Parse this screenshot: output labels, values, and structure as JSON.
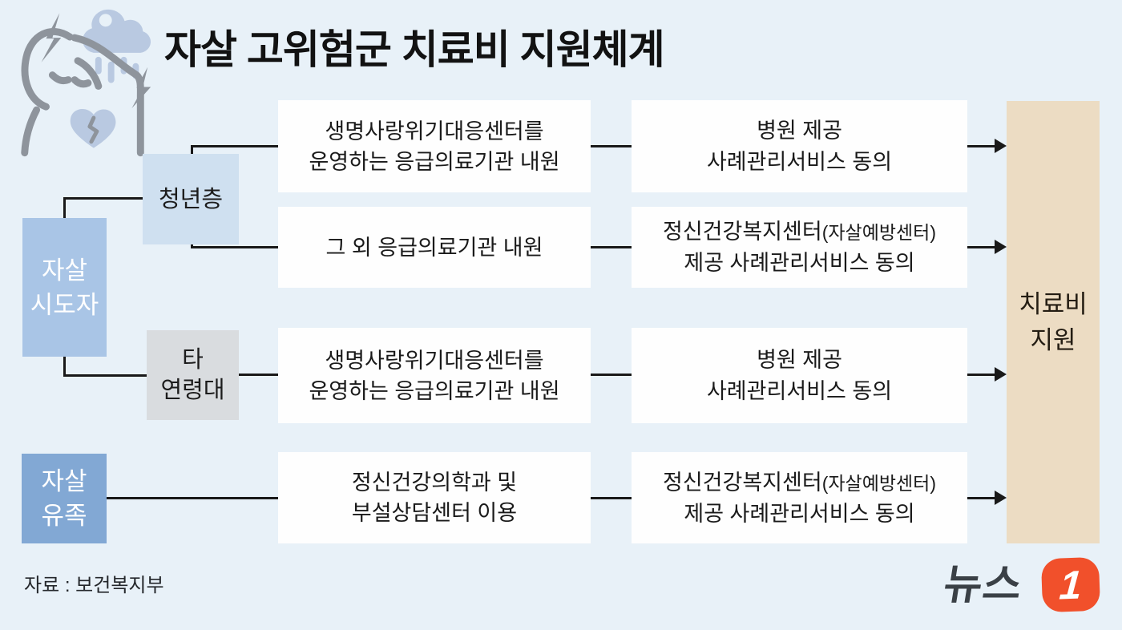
{
  "title": "자살 고위험군 치료비 지원체계",
  "source_note": "자료 : 보건복지부",
  "hero_icon": "person-in-rain-with-broken-heart-icon",
  "groups": {
    "attempter": {
      "line1": "자살",
      "line2": "시도자"
    },
    "bereaved": {
      "line1": "자살",
      "line2": "유족"
    }
  },
  "ages": {
    "youth": {
      "label": "청년층"
    },
    "other": {
      "line1": "타",
      "line2": "연령대"
    }
  },
  "rows": [
    {
      "path": {
        "line1": "생명사랑위기대응센터를",
        "line2": "운영하는 응급의료기관 내원"
      },
      "consent": {
        "line1": "병원 제공",
        "line1_paren": "",
        "line2": "사례관리서비스 동의"
      }
    },
    {
      "path": {
        "line1": "그 외 응급의료기관 내원",
        "line2": ""
      },
      "consent": {
        "line1": "정신건강복지센터",
        "line1_paren": "(자살예방센터)",
        "line2": "제공 사례관리서비스 동의"
      }
    },
    {
      "path": {
        "line1": "생명사랑위기대응센터를",
        "line2": "운영하는 응급의료기관 내원"
      },
      "consent": {
        "line1": "병원 제공",
        "line1_paren": "",
        "line2": "사례관리서비스 동의"
      }
    },
    {
      "path": {
        "line1": "정신건강의학과 및",
        "line2": "부설상담센터 이용"
      },
      "consent": {
        "line1": "정신건강복지센터",
        "line1_paren": "(자살예방센터)",
        "line2": "제공 사례관리서비스 동의"
      }
    }
  ],
  "result_box": {
    "line1": "치료비",
    "line2": "지원"
  },
  "logo": {
    "wordmark": "뉴스",
    "badge": "1"
  },
  "colors": {
    "background": "#e8f1f8",
    "flow_box": "#fefefe",
    "attempter_box": "#a9c5e6",
    "bereaved_box": "#82a8d4",
    "youth_box": "#cfe0f0",
    "other_age_box": "#d9dcdf",
    "result_box": "#ecdcc3",
    "connector": "#191919",
    "logo_orange": "#f1502b",
    "logo_dark": "#3a4046",
    "illustration_blue": "#b9c9e1",
    "illustration_gray": "#8e949c"
  }
}
